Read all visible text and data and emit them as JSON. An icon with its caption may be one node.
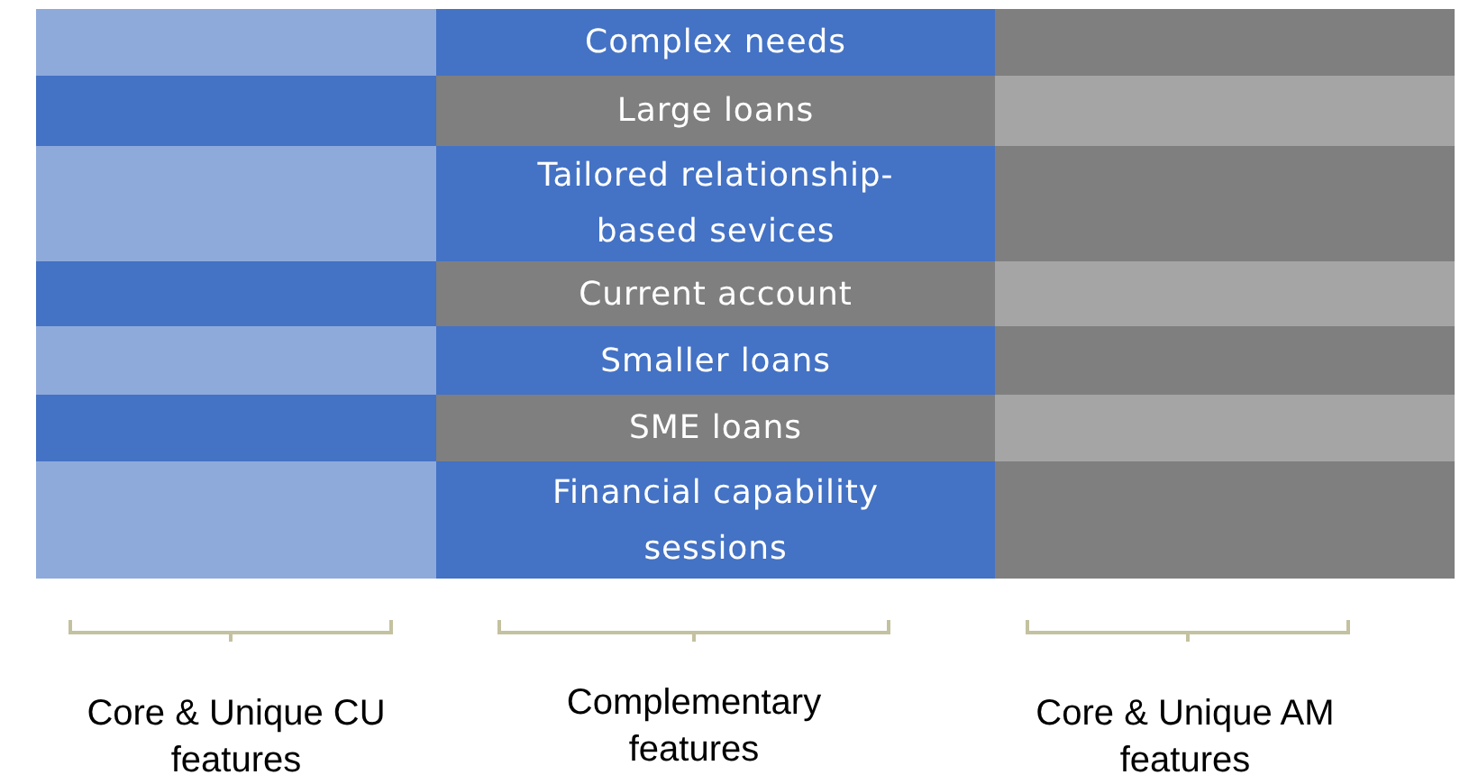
{
  "diagram": {
    "nodes": [
      {
        "text": [],
        "shape": "box"
      },
      {
        "text": [
          "Complex needs"
        ]
      },
      {
        "text": [],
        "shape": "box"
      },
      {
        "text": [],
        "shape": "box"
      },
      {
        "text": [
          "Large loans"
        ]
      },
      {
        "text": [],
        "shape": "box"
      },
      {
        "text": [],
        "shape": "box"
      },
      {
        "text": [
          "Tailored relationship-based sevices"
        ]
      },
      {
        "text": [],
        "shape": "box"
      },
      {
        "text": [],
        "shape": "box"
      },
      {
        "text": [
          "Current account"
        ]
      },
      {
        "text": [],
        "shape": "box"
      },
      {
        "text": [],
        "shape": "box"
      },
      {
        "text": [
          "Smaller loans"
        ]
      },
      {
        "text": [],
        "shape": "box"
      },
      {
        "text": [],
        "shape": "box"
      },
      {
        "text": [
          "SME loans"
        ]
      },
      {
        "text": [],
        "shape": "box"
      },
      {
        "text": [],
        "shape": "box"
      },
      {
        "text": [
          "Financial capability sessions"
        ]
      },
      {
        "text": [],
        "shape": "box"
      }
    ],
    "labels": [
      "Core & Unique CU features",
      "Complementary features",
      "Core & Unique AM features"
    ]
  }
}
